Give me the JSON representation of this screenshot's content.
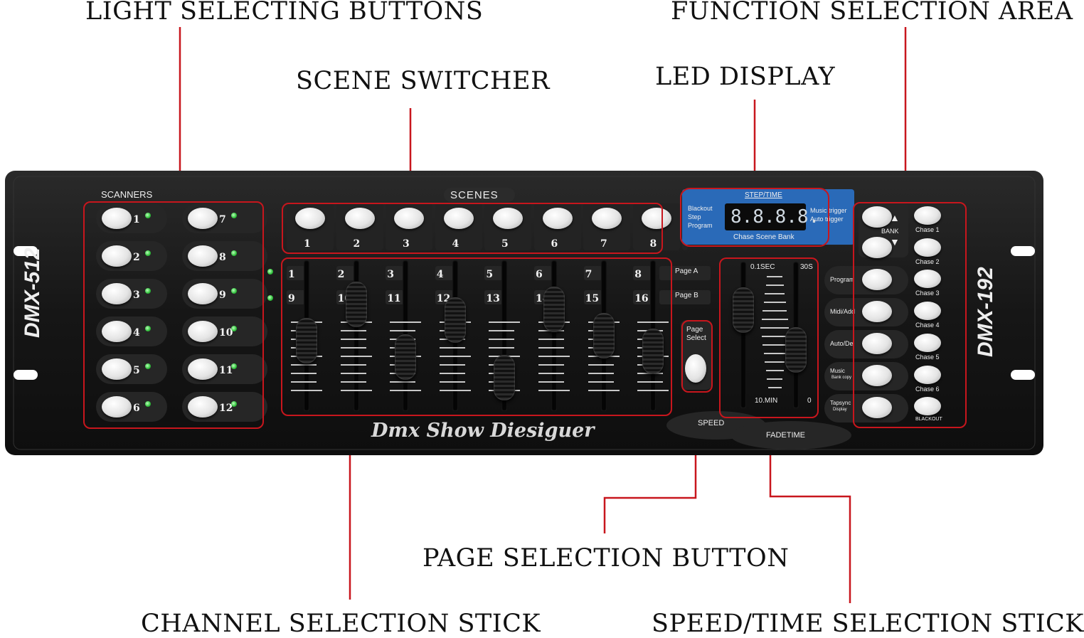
{
  "callouts": {
    "light_selecting_buttons": "LIGHT SELECTING BUTTONS",
    "function_selection_area": "FUNCTION SELECTION AREA",
    "scene_switcher": "SCENE SWITCHER",
    "led_display": "LED DISPLAY",
    "page_selection_button": "PAGE SELECTION BUTTON",
    "channel_selection_stick": "CHANNEL SELECTION STICK",
    "speed_time_selection_stick": "SPEED/TIME SELECTION STICK"
  },
  "panel": {
    "left_model": "DMX-512",
    "right_model": "DMX-192",
    "brand_script": "Dmx Show Diesiguer",
    "scanners": {
      "title": "SCANNERS",
      "numbers": [
        "1",
        "2",
        "3",
        "4",
        "5",
        "6",
        "7",
        "8",
        "9",
        "10",
        "11",
        "12"
      ]
    },
    "scenes": {
      "title": "SCENES",
      "numbers": [
        "1",
        "2",
        "3",
        "4",
        "5",
        "6",
        "7",
        "8"
      ]
    },
    "channels": {
      "top_row": [
        "1",
        "2",
        "3",
        "4",
        "5",
        "6",
        "7",
        "8"
      ],
      "bottom_row": [
        "9",
        "10",
        "11",
        "12",
        "13",
        "14",
        "15",
        "16"
      ],
      "page_a": "Page A",
      "page_b": "Page B",
      "fader_levels": [
        0.45,
        0.8,
        0.3,
        0.65,
        0.1,
        0.75,
        0.5,
        0.35
      ]
    },
    "page_select": {
      "line1": "Page",
      "line2": "Select"
    },
    "display": {
      "header": "STEP/TIME",
      "left_labels": [
        "Blackout",
        "Step",
        "Program"
      ],
      "right_labels": [
        "Music trigger",
        "Auto trigger"
      ],
      "digits": "8.8.8.8.",
      "footer": "Chase Scene Bank"
    },
    "speed_fade": {
      "top_left": "0.1SEC",
      "top_right": "30S",
      "bottom_left": "10.MIN",
      "bottom_right": "0",
      "speed_label": "SPEED",
      "fade_label": "FADETIME",
      "speed_level": 0.75,
      "fade_level": 0.35
    },
    "functions": {
      "bank": "BANK",
      "left": [
        "Program",
        "Midi/Add",
        "Auto/Del",
        "Music",
        "Tapsync"
      ],
      "left_sub": {
        "music": "Bank copy",
        "tapsync": "Display"
      },
      "chases": [
        "Chase 1",
        "Chase 2",
        "Chase 3",
        "Chase 4",
        "Chase 5",
        "Chase 6",
        "BLACKOUT"
      ]
    }
  },
  "colors": {
    "callout_line": "#c8161d",
    "panel_bg": "#151515",
    "display_blue": "#2a6ab8"
  }
}
